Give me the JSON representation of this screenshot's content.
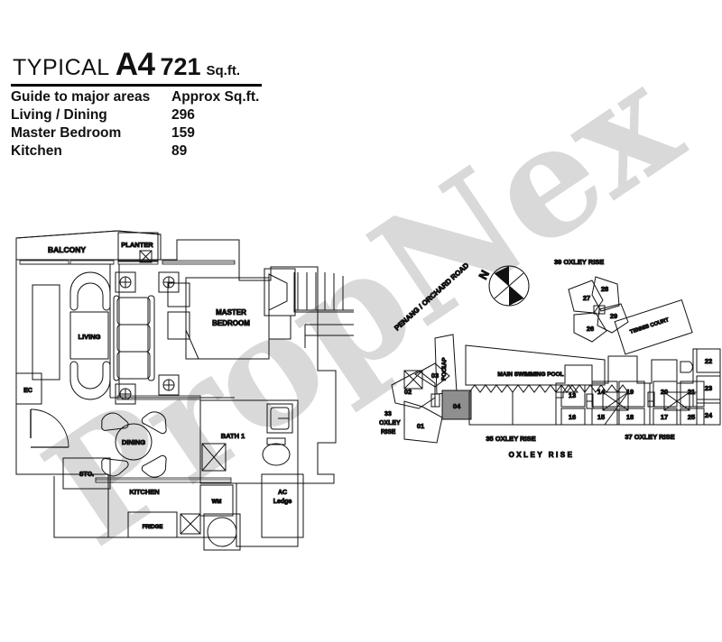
{
  "header": {
    "typical_word": "TYPICAL",
    "unit_code": "A4",
    "total_area": "721",
    "area_unit": "Sq.ft.",
    "table_header": {
      "left": "Guide to major areas",
      "right": "Approx Sq.ft."
    },
    "rows": [
      {
        "label": "Living / Dining",
        "value": "296"
      },
      {
        "label": "Master Bedroom",
        "value": "159"
      },
      {
        "label": "Kitchen",
        "value": "89"
      }
    ]
  },
  "watermark": {
    "text": "PropNex",
    "color": "#d9d9d9"
  },
  "floorplan": {
    "rooms": [
      {
        "key": "balcony",
        "label": "BALCONY"
      },
      {
        "key": "planter",
        "label": "PLANTER"
      },
      {
        "key": "living",
        "label": "LIVING"
      },
      {
        "key": "master_bedroom",
        "label": "MASTER\nBEDROOM"
      },
      {
        "key": "master_bedroom_l1",
        "label": "MASTER"
      },
      {
        "key": "master_bedroom_l2",
        "label": "BEDROOM"
      },
      {
        "key": "bath1",
        "label": "BATH 1"
      },
      {
        "key": "dining",
        "label": "DINING"
      },
      {
        "key": "kitchen",
        "label": "KITCHEN"
      },
      {
        "key": "store",
        "label": "STO."
      },
      {
        "key": "ec",
        "label": "EC"
      },
      {
        "key": "washing_machine",
        "label": "WM"
      },
      {
        "key": "fridge",
        "label": "FRIDGE"
      },
      {
        "key": "ac_ledge_l1",
        "label": "AC"
      },
      {
        "key": "ac_ledge_l2",
        "label": "Ledge"
      }
    ]
  },
  "siteplan": {
    "road_label": "PENANG / ORCHARD ROAD",
    "street_label": "OXLEY RISE",
    "compass_label": "N",
    "features": [
      {
        "key": "lap_pool_l1",
        "label": "LAP"
      },
      {
        "key": "lap_pool_l2",
        "label": "POOL"
      },
      {
        "key": "main_pool",
        "label": "MAIN SWIMMING POOL"
      },
      {
        "key": "tennis_court",
        "label": "TENNIS COURT"
      }
    ],
    "blocks": [
      {
        "key": "block-33",
        "lines": [
          "33",
          "OXLEY",
          "RISE"
        ]
      },
      {
        "key": "block-35",
        "label": "35 OXLEY RISE"
      },
      {
        "key": "block-37",
        "label": "37 OXLEY RISE"
      },
      {
        "key": "block-39",
        "label": "39 OXLEY RISE"
      }
    ],
    "units_33": [
      "01",
      "02",
      "03",
      "04"
    ],
    "highlighted_unit": "04",
    "units_39": [
      "26",
      "27",
      "28",
      "29"
    ],
    "units_37_top": [
      "13",
      "14",
      "19",
      "20",
      "21",
      "22"
    ],
    "units_37_bottom": [
      "16",
      "15",
      "18",
      "17",
      "25",
      "23",
      "24"
    ]
  }
}
